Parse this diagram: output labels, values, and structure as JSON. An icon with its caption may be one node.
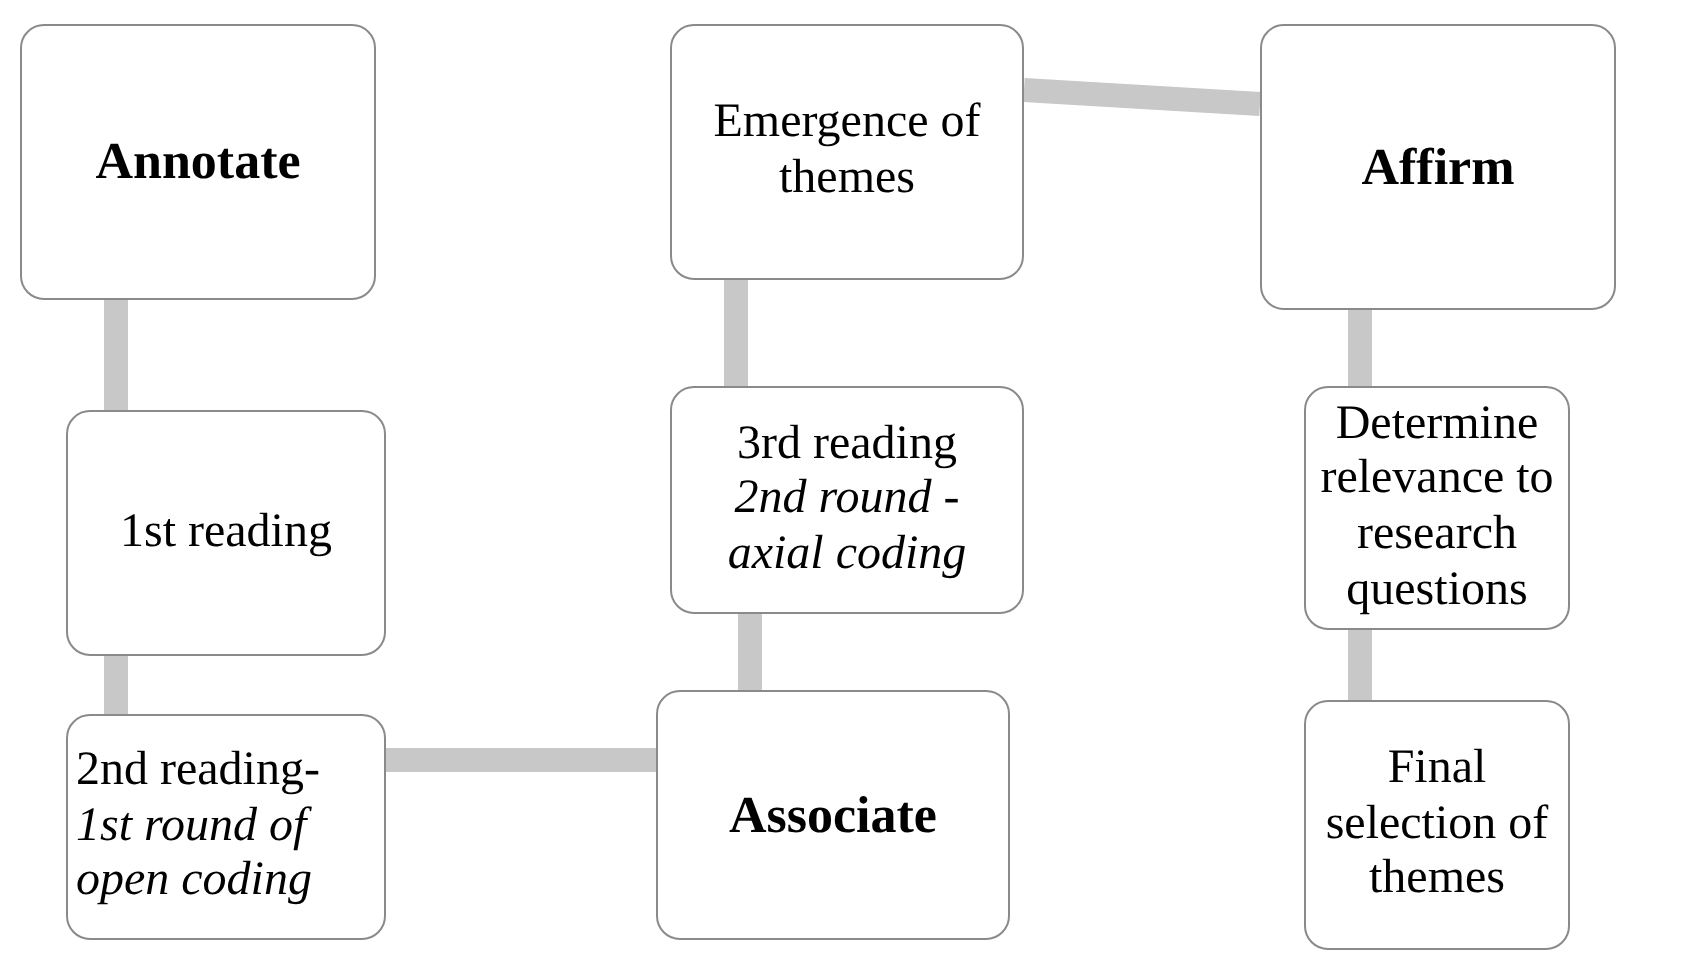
{
  "diagram": {
    "nodes": [
      {
        "text": [
          "Annotate"
        ]
      },
      {
        "text": [
          "1st reading"
        ]
      },
      {
        "text": [
          "2nd reading-*1st round of open coding*"
        ]
      },
      {
        "text": [
          "Associate"
        ]
      },
      {
        "text": [
          "3rd reading *2nd round - axial coding*"
        ]
      },
      {
        "text": [
          "Emergence of themes"
        ]
      },
      {
        "text": [
          "Affirm"
        ]
      },
      {
        "text": [
          "Determine relevance to research questions"
        ]
      },
      {
        "text": [
          "Final selection of themes"
        ]
      }
    ],
    "edges": [
      {
        "from": 0,
        "to": 1,
        "arrow": "none"
      },
      {
        "from": 1,
        "to": 2,
        "arrow": "none"
      },
      {
        "from": 2,
        "to": 3,
        "arrow": "none"
      },
      {
        "from": 3,
        "to": 4,
        "arrow": "none"
      },
      {
        "from": 4,
        "to": 5,
        "arrow": "none"
      },
      {
        "from": 5,
        "to": 6,
        "arrow": "none"
      },
      {
        "from": 6,
        "to": 7,
        "arrow": "none"
      },
      {
        "from": 7,
        "to": 8,
        "arrow": "none"
      }
    ]
  }
}
